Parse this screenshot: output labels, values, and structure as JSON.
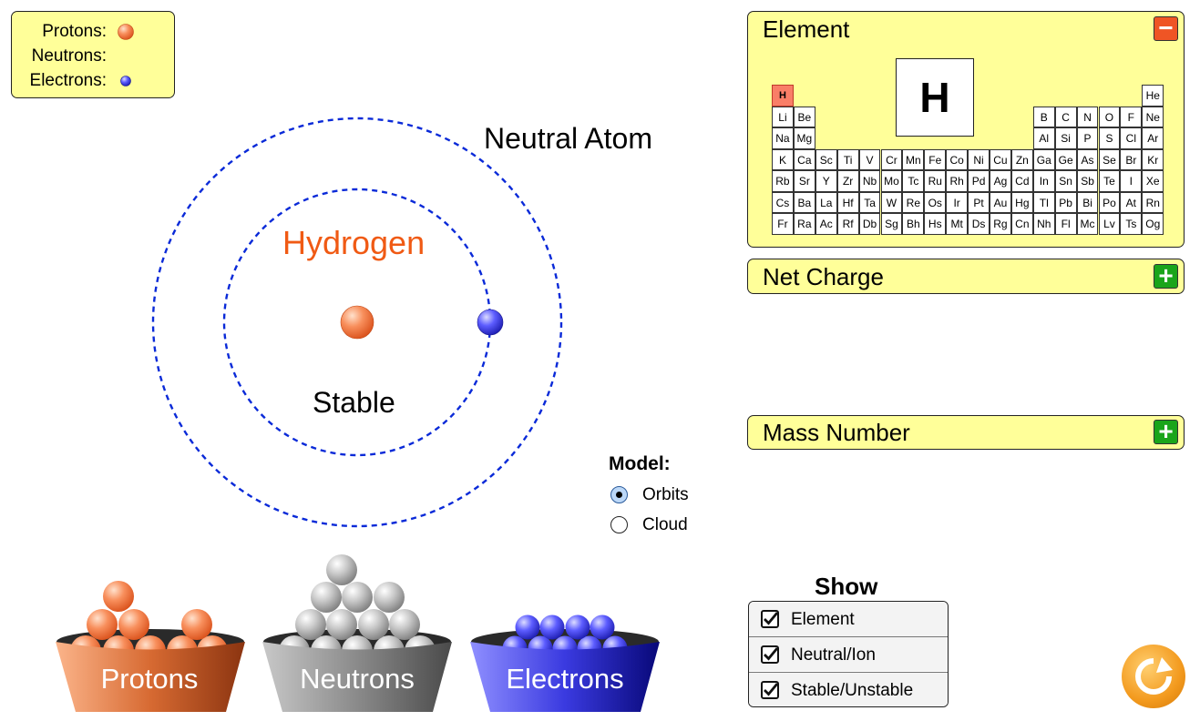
{
  "legend": {
    "protons": "Protons:",
    "neutrons": "Neutrons:",
    "electrons": "Electrons:"
  },
  "atom": {
    "charge_label": "Neutral Atom",
    "element_name": "Hydrogen",
    "stability_label": "Stable"
  },
  "model": {
    "title": "Model:",
    "options": [
      "Orbits",
      "Cloud"
    ],
    "selected": "Orbits"
  },
  "element_panel": {
    "title": "Element",
    "button": "−",
    "symbol": "H",
    "selected": "H"
  },
  "net_charge_panel": {
    "title": "Net Charge",
    "button": "+"
  },
  "mass_number_panel": {
    "title": "Mass Number",
    "button": "+"
  },
  "periodic_table": {
    "rows": [
      [
        "H",
        "",
        "",
        "",
        "",
        "",
        "",
        "",
        "",
        "",
        "",
        "",
        "",
        "",
        "",
        "",
        "",
        "He"
      ],
      [
        "Li",
        "Be",
        "",
        "",
        "",
        "",
        "",
        "",
        "",
        "",
        "",
        "",
        "B",
        "C",
        "N",
        "O",
        "F",
        "Ne"
      ],
      [
        "Na",
        "Mg",
        "",
        "",
        "",
        "",
        "",
        "",
        "",
        "",
        "",
        "",
        "Al",
        "Si",
        "P",
        "S",
        "Cl",
        "Ar"
      ],
      [
        "K",
        "Ca",
        "Sc",
        "Ti",
        "V",
        "Cr",
        "Mn",
        "Fe",
        "Co",
        "Ni",
        "Cu",
        "Zn",
        "Ga",
        "Ge",
        "As",
        "Se",
        "Br",
        "Kr"
      ],
      [
        "Rb",
        "Sr",
        "Y",
        "Zr",
        "Nb",
        "Mo",
        "Tc",
        "Ru",
        "Rh",
        "Pd",
        "Ag",
        "Cd",
        "In",
        "Sn",
        "Sb",
        "Te",
        "I",
        "Xe"
      ],
      [
        "Cs",
        "Ba",
        "La",
        "Hf",
        "Ta",
        "W",
        "Re",
        "Os",
        "Ir",
        "Pt",
        "Au",
        "Hg",
        "Tl",
        "Pb",
        "Bi",
        "Po",
        "At",
        "Rn"
      ],
      [
        "Fr",
        "Ra",
        "Ac",
        "Rf",
        "Db",
        "Sg",
        "Bh",
        "Hs",
        "Mt",
        "Ds",
        "Rg",
        "Cn",
        "Nh",
        "Fl",
        "Mc",
        "Lv",
        "Ts",
        "Og"
      ]
    ]
  },
  "show": {
    "title": "Show",
    "items": [
      {
        "label": "Element",
        "checked": true
      },
      {
        "label": "Neutral/Ion",
        "checked": true
      },
      {
        "label": "Stable/Unstable",
        "checked": true
      }
    ]
  },
  "buckets": {
    "protons": "Protons",
    "neutrons": "Neutrons",
    "electrons": "Electrons"
  },
  "colors": {
    "proton": "#f26d3d",
    "neutron": "#b5b5b5",
    "electron": "#4a4ae8",
    "orbit": "#0a2ad8",
    "panel": "#ffff99",
    "element_name": "#f05a14"
  },
  "icons": {
    "reset": "reset-icon",
    "checkbox": "checkmark-icon"
  }
}
